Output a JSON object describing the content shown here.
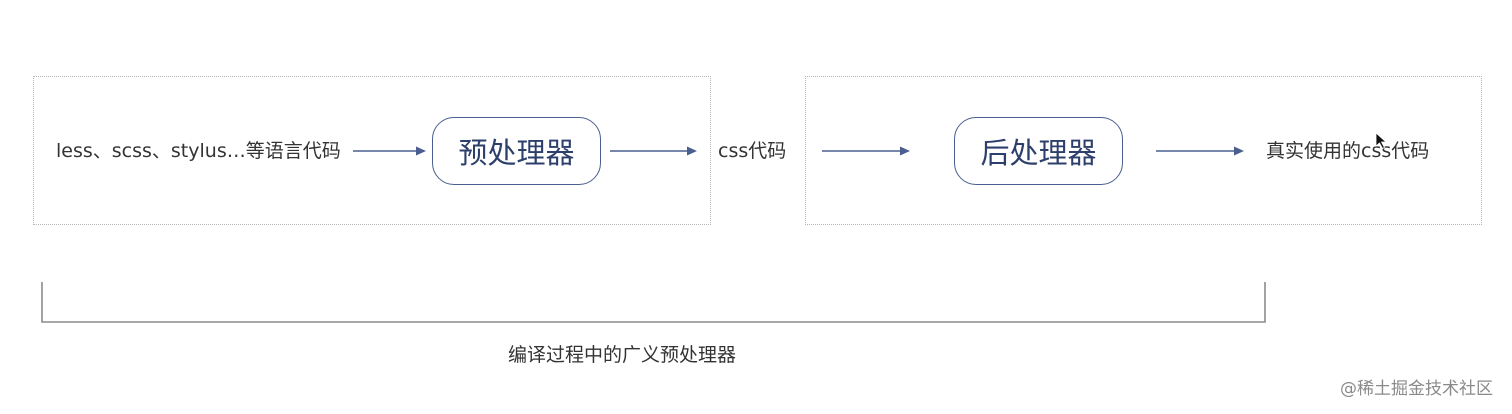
{
  "diagram": {
    "input_text": "less、scss、stylus…等语言代码",
    "preprocessor_label": "预处理器",
    "intermediate_text": "css代码",
    "postprocessor_label": "后处理器",
    "output_text": "真实使用的css代码",
    "bracket_label": "编译过程中的广义预处理器"
  },
  "watermark": "@稀土掘金技术社区",
  "colors": {
    "arrow": "#4a5f8f",
    "node_border": "#4a5f8f",
    "box_border": "#b5b5b5",
    "bracket": "#8c8c8c"
  },
  "icons": {
    "cursor": "mouse-pointer-icon"
  }
}
